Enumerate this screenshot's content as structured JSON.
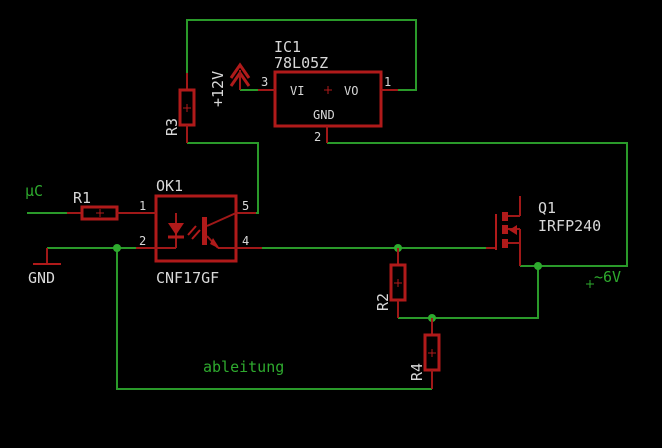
{
  "schematic": {
    "background": "#000000",
    "colors": {
      "wire": "#2a9a2a",
      "part": "#b01a1a",
      "text": "#d8d8d8",
      "net_label": "#2eaa2e"
    },
    "parts": {
      "ic1": {
        "name": "IC1",
        "value": "78L05Z",
        "pin_vi": "VI",
        "pin_vo": "VO",
        "pin_gnd": "GND",
        "pin_num_vi": "3",
        "pin_num_vo": "1",
        "pin_num_gnd": "2"
      },
      "ok1": {
        "name": "OK1",
        "value": "CNF17GF",
        "pin1": "1",
        "pin2": "2",
        "pin4": "4",
        "pin5": "5"
      },
      "q1": {
        "name": "Q1",
        "value": "IRFP240"
      },
      "r1": {
        "name": "R1"
      },
      "r2": {
        "name": "R2"
      },
      "r3": {
        "name": "R3"
      },
      "r4": {
        "name": "R4"
      },
      "supply": {
        "label": "+12V"
      },
      "gnd": {
        "label": "GND"
      }
    },
    "net_labels": {
      "uc": "µC",
      "v6": "~6V",
      "ableitung": "ableitung"
    }
  }
}
